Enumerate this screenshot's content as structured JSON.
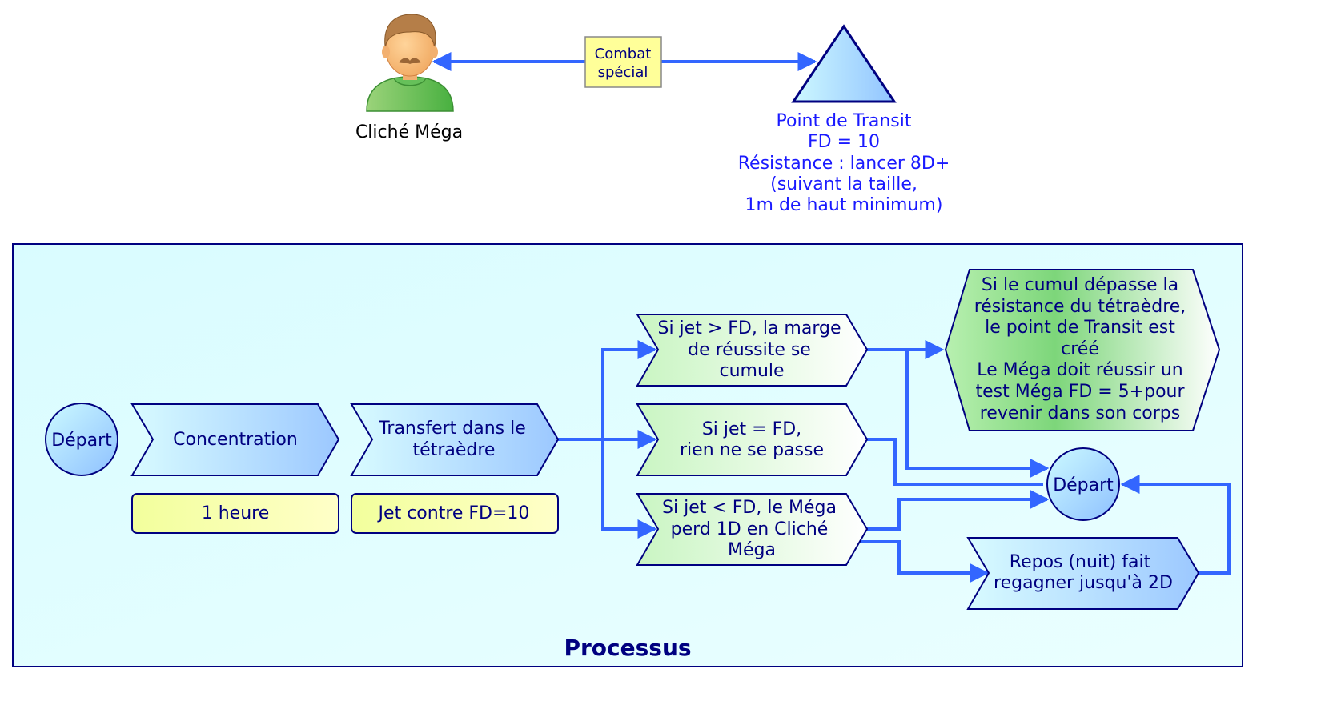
{
  "actor": {
    "label": "Cliché Méga"
  },
  "link": {
    "label_line1": "Combat",
    "label_line2": "spécial"
  },
  "transit_point": {
    "lines": [
      "Point de Transit",
      "FD = 10",
      "Résistance : lancer 8D+",
      "(suivant la taille,",
      "1m de haut minimum)"
    ]
  },
  "process": {
    "title": "Processus",
    "start_label": "Départ",
    "concentration": {
      "label": "Concentration",
      "note": "1 heure"
    },
    "transfer": {
      "lines": [
        "Transfert dans le",
        "tétraèdre"
      ],
      "note": "Jet contre FD=10"
    },
    "outcome_success": {
      "lines": [
        "Si jet > FD, la marge",
        "de réussite se",
        "cumule"
      ]
    },
    "outcome_equal": {
      "lines": [
        "Si jet = FD,",
        "rien ne se passe"
      ]
    },
    "outcome_failure": {
      "lines": [
        "Si jet < FD, le Méga",
        "perd 1D en Cliché",
        "Méga"
      ]
    },
    "result_created": {
      "lines": [
        "Si le cumul dépasse la",
        "résistance du tétraèdre,",
        "le point de Transit est",
        "créé",
        "Le Méga doit réussir un",
        "test Méga FD = 5+pour",
        "revenir dans son corps"
      ]
    },
    "end_start_label": "Départ",
    "rest": {
      "lines": [
        "Repos (nuit) fait",
        "regagner jusqu'à 2D"
      ]
    }
  },
  "colors": {
    "arrow": "#3366ff",
    "outline": "#000080",
    "text_blue": "#1a1aff",
    "text_dark": "#000080",
    "panel_fill": "#d0fbff",
    "note_fill": "#f4ffa8",
    "label_box_fill": "#ffff99"
  }
}
